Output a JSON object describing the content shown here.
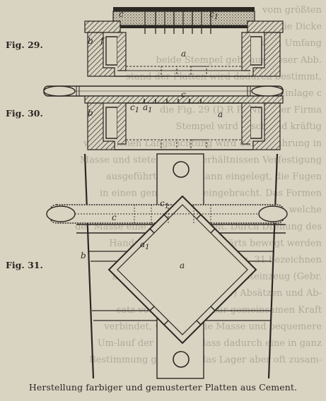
{
  "figure_labels": {
    "fig29": "Fig. 29.",
    "fig30": "Fig. 30.",
    "fig31": "Fig. 31."
  },
  "part_labels": {
    "a": "a",
    "b": "b",
    "c": "c",
    "c1_base": "c",
    "c1_sub": "1",
    "a1_base": "a",
    "a1_sub": "1",
    "f": "f"
  },
  "caption": "Herstellung farbiger und gemusterter Platten aus Cement.",
  "background_text_lines": [
    "vom größten",
    "die Dicke",
    "dem Umfang",
    "beide Stempel geht aus dieser Abb.",
    "stand der Platten wird dadurch bestimmt,",
    "und von der Einlage c",
    "die Fig. 29 (D R P) Nr. 6 der Firma",
    "Stempel wird rasch und kräftig",
    "von welchen Längsrichtung wird durch Führung in",
    "Masse und stetem unter Verhältnissen Verfestigung",
    "ausgeführt, so dass dann eingelegt, die Fugen",
    "in einen genau Werks eingebracht. Das Formen",
    "tet die Masse ein, welche",
    "der Masse eine Schlagfestigkeit. Durch Drehung des",
    "Handrads vor- und rückwärts bewegt werden",
    "sieht. Fig. 30 und Fig. 31 bezeichnen",
    "künstlichen Zementplatten, Steinzeug (Gebr.",
    "(D. R. Nr. 30411) Absätzen und Ab-",
    "satz von Führungen zur gemeinsamen Kraft",
    "verbindet, während die Masse und bequemere",
    "Um-lauf der Form, so dass dadurch eine in ganz",
    "Bestimmung geradezu, das Lager aber oft zusam-"
  ],
  "colors": {
    "paper": "#d9d3c2",
    "ink": "#2b2823"
  }
}
